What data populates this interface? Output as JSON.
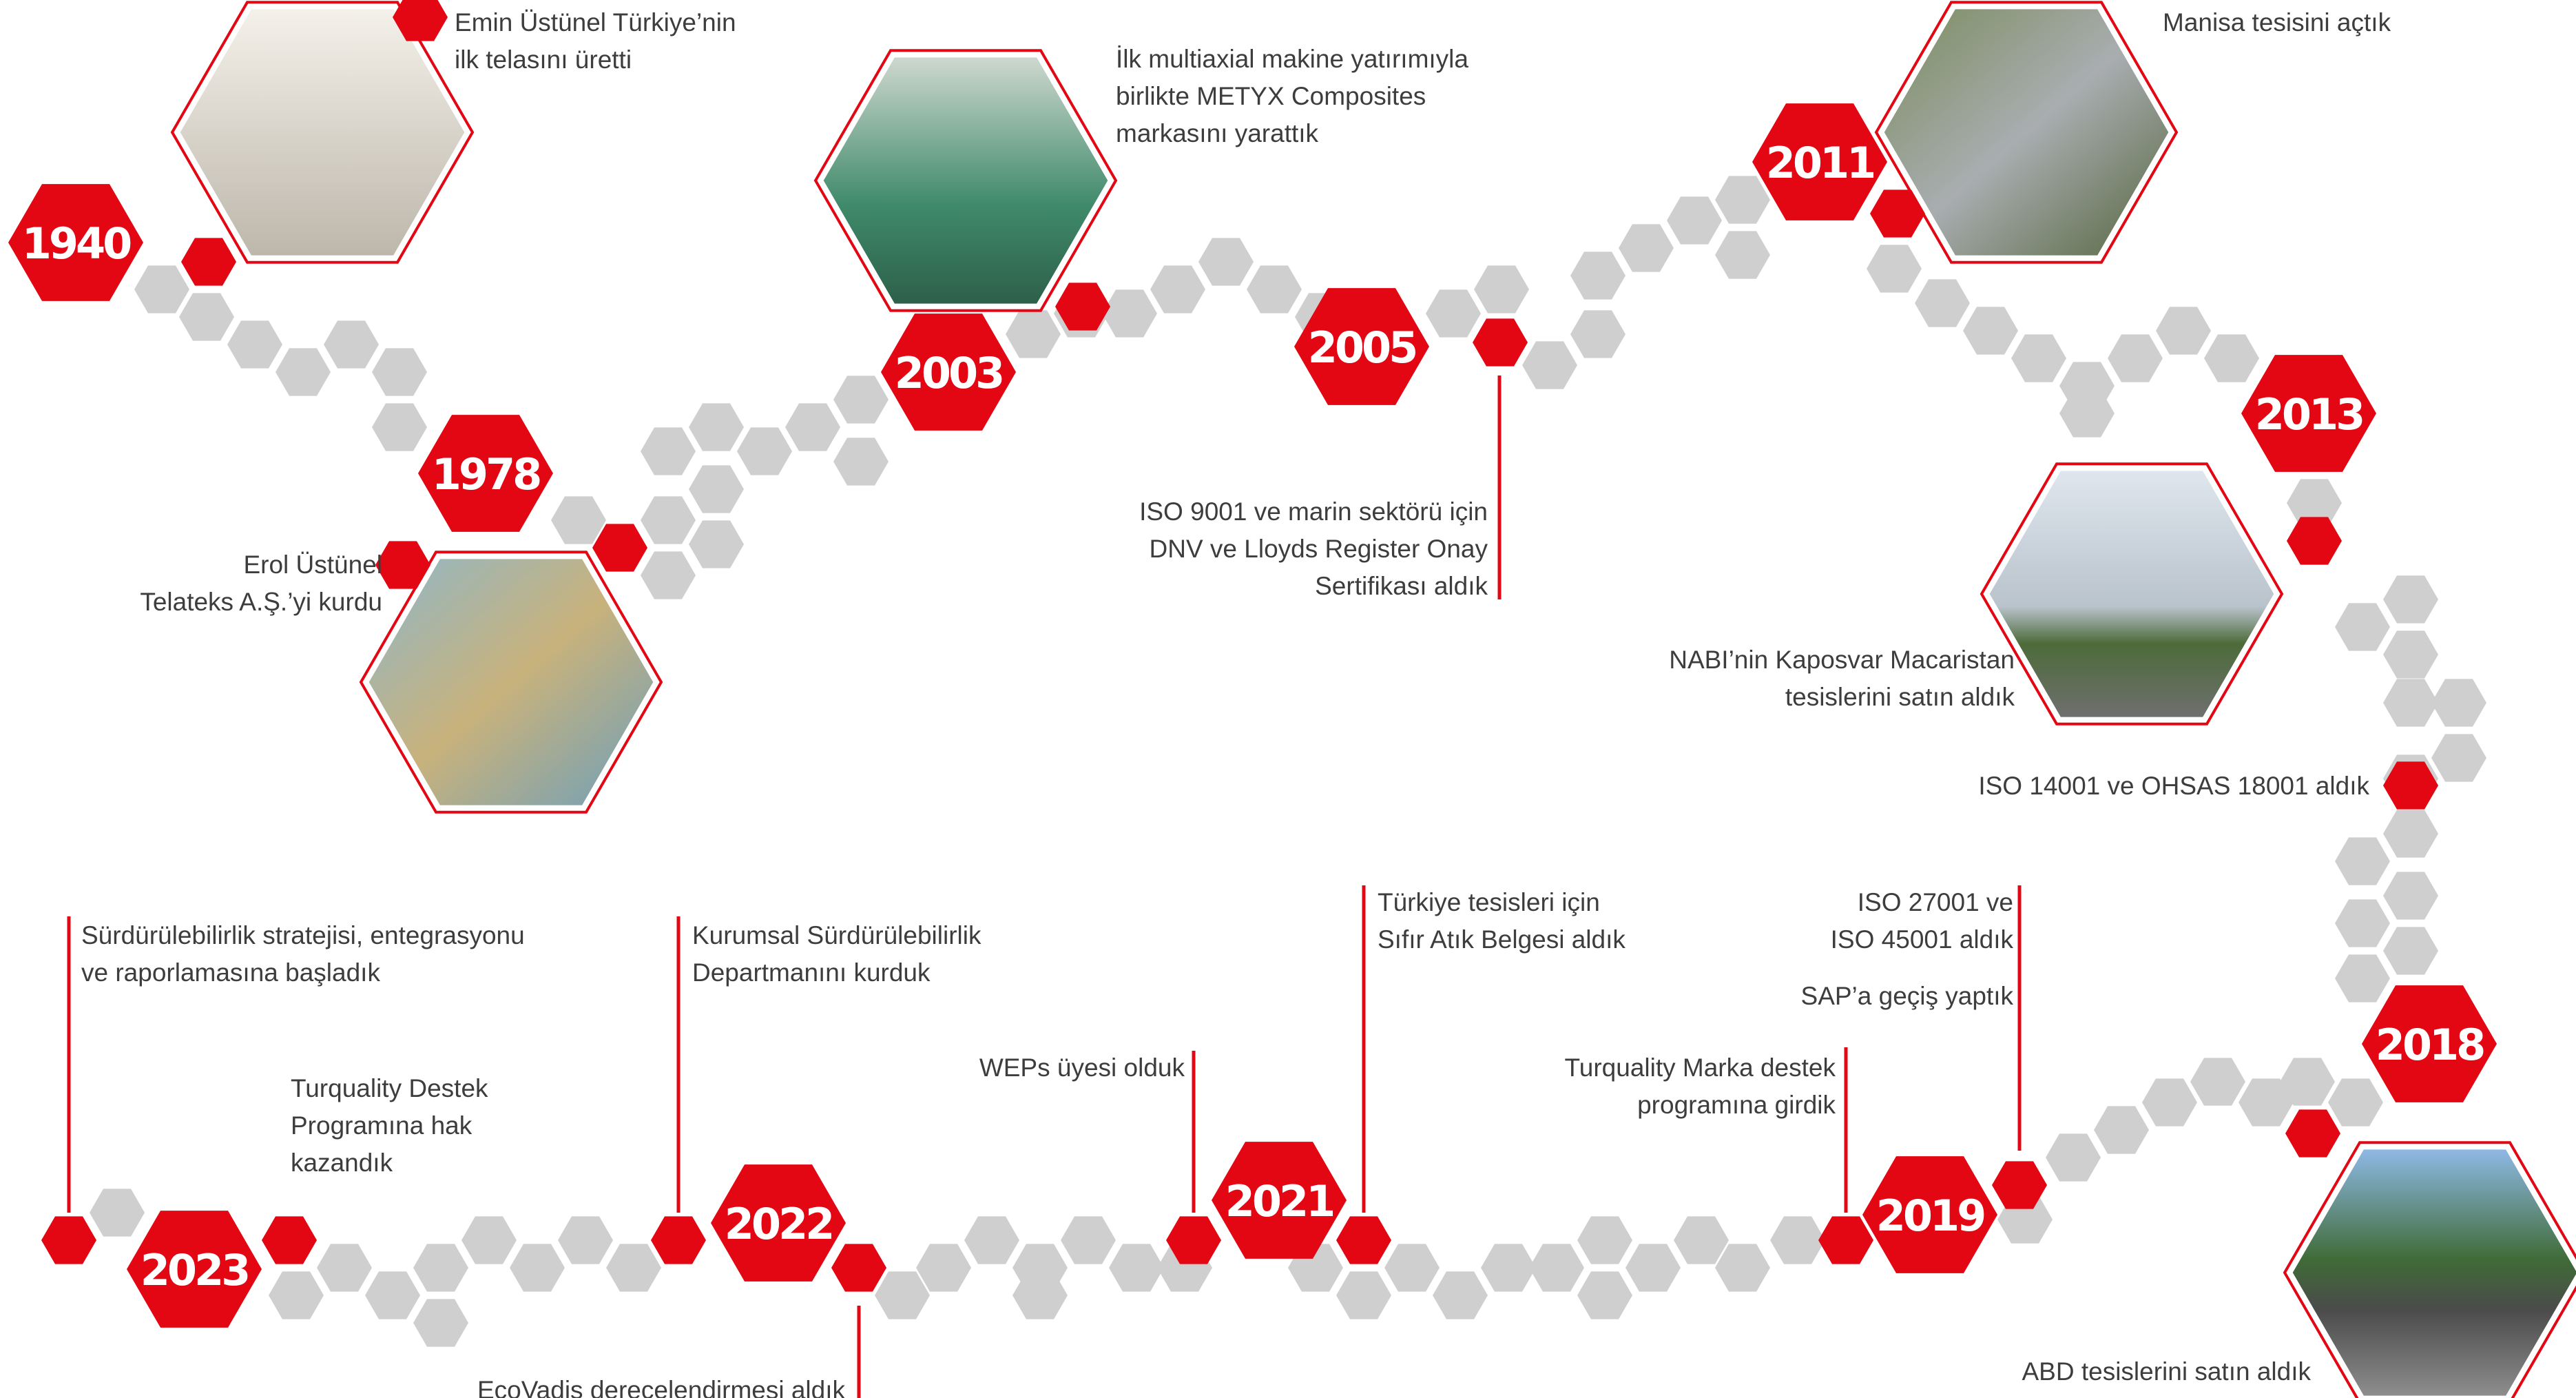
{
  "milestones": [
    {
      "year": "1940",
      "lines": [
        "Emin Üstünel Türkiye’nin",
        "ilk telasını üretti"
      ],
      "photo": "vintage-portrait-photo"
    },
    {
      "year": "1978",
      "lines": [
        "Erol Üstünel",
        "Telateks A.Ş.’yi kurdu"
      ],
      "photo": "founder-portrait-photo"
    },
    {
      "year": "2003",
      "lines": [
        "İlk multiaxial makine yatırımıyla",
        "birlikte METYX Composites",
        "markasını yarattık"
      ],
      "photo": "factory-machinery-photo"
    },
    {
      "year": "2005",
      "lines": [
        "ISO 9001 ve marin sektörü için",
        "DNV ve Lloyds Register Onay",
        "Sertifikası aldık"
      ]
    },
    {
      "year": "2011",
      "lines": [
        "Manisa tesisini açtık"
      ],
      "photo": "manisa-aerial-photo"
    },
    {
      "year": "2013",
      "lines": [
        "NABI’nin Kaposvar Macaristan",
        "tesislerini satın aldık"
      ],
      "photo": "hungary-facility-photo"
    },
    {
      "year": "2013",
      "lines": [
        "ISO 14001 ve OHSAS 18001 aldık"
      ]
    },
    {
      "year": "2018",
      "lines": [
        "ABD tesislerini satın aldık"
      ],
      "photo": "usa-facility-photo"
    },
    {
      "year": "2019",
      "lines": [
        "ISO 27001 ve",
        "ISO 45001 aldık"
      ]
    },
    {
      "year": "2019",
      "lines": [
        "SAP’a geçiş yaptık"
      ]
    },
    {
      "year": "2019",
      "lines": [
        "Turquality Marka destek",
        "programına girdik"
      ]
    },
    {
      "year": "2021",
      "lines": [
        "Türkiye tesisleri için",
        "Sıfır Atık Belgesi aldık"
      ]
    },
    {
      "year": "2021",
      "lines": [
        "WEPs üyesi olduk"
      ]
    },
    {
      "year": "2022",
      "lines": [
        "Kurumsal Sürdürülebilirlik",
        "Departmanını kurduk"
      ]
    },
    {
      "year": "2022",
      "lines": [
        "EcoVadis derecelendirmesi aldık"
      ]
    },
    {
      "year": "2023",
      "lines": [
        "Sürdürülebilirlik stratejisi, entegrasyonu",
        "ve raporlamasına başladık"
      ]
    },
    {
      "year": "2023",
      "lines": [
        "Turquality Destek",
        "Programına hak",
        "kazandık"
      ]
    }
  ],
  "years": [
    "1940",
    "1978",
    "2003",
    "2005",
    "2011",
    "2013",
    "2018",
    "2019",
    "2021",
    "2022",
    "2023"
  ],
  "colors": {
    "accent": "#e30613",
    "connector": "#cfcfcf",
    "text": "#3d3d3d",
    "background": "#ffffff"
  }
}
